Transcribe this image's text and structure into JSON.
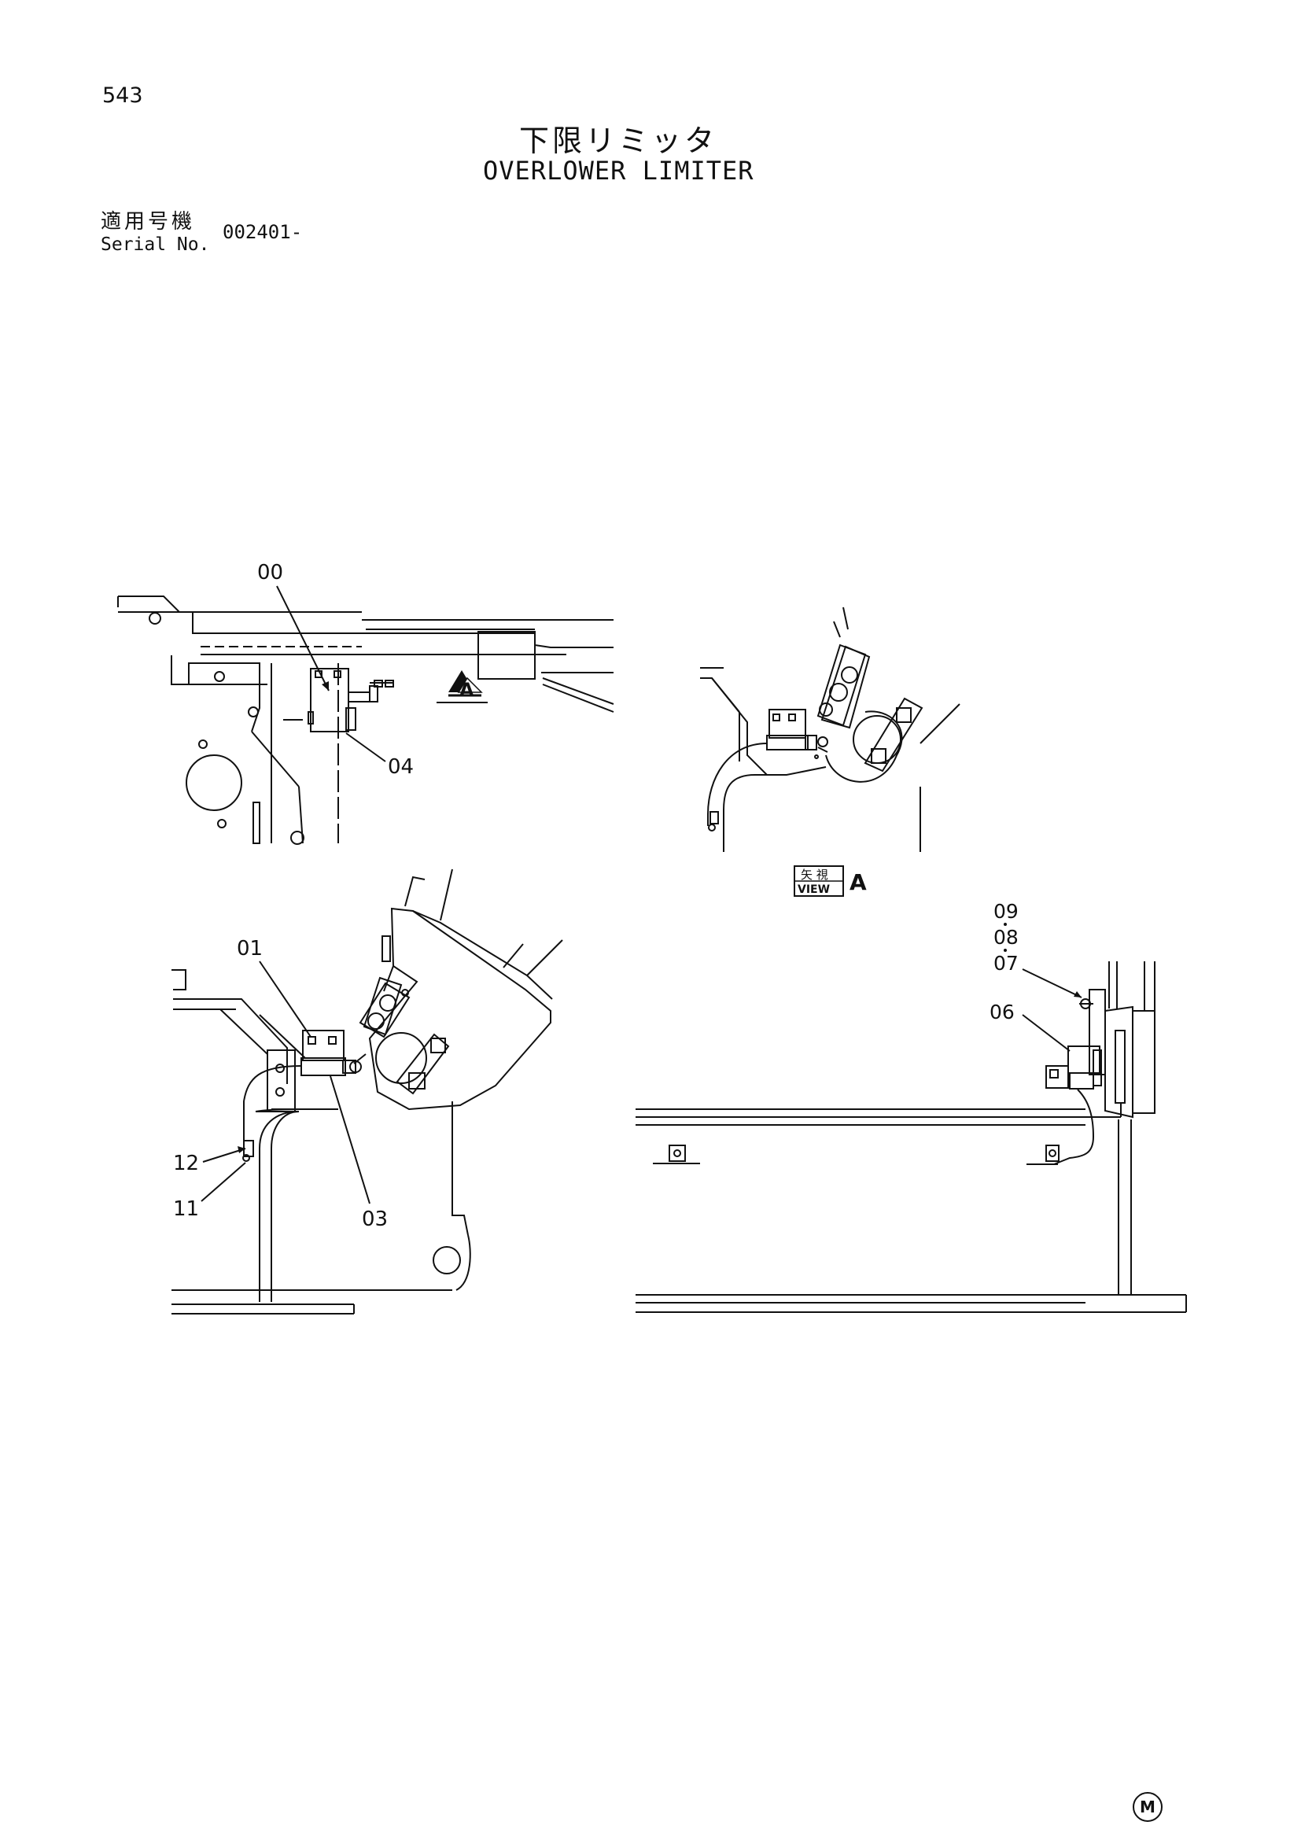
{
  "header": {
    "page_number": "543",
    "title_jp": "下限リミッタ",
    "title_en": "OVERLOWER LIMITER",
    "serial_label_jp": "適用号機",
    "serial_label_en": "Serial No.",
    "serial_value": "002401-"
  },
  "callouts": {
    "c00": "00",
    "c01": "01",
    "c03": "03",
    "c04": "04",
    "c06": "06",
    "c07": "07",
    "c08": "08",
    "c09": "09",
    "c11": "11",
    "c12": "12"
  },
  "view_marker": {
    "letter": "A",
    "box_jp": "矢 視",
    "box_en": "VIEW",
    "box_letter": "A"
  },
  "footer": {
    "mark": "M"
  }
}
